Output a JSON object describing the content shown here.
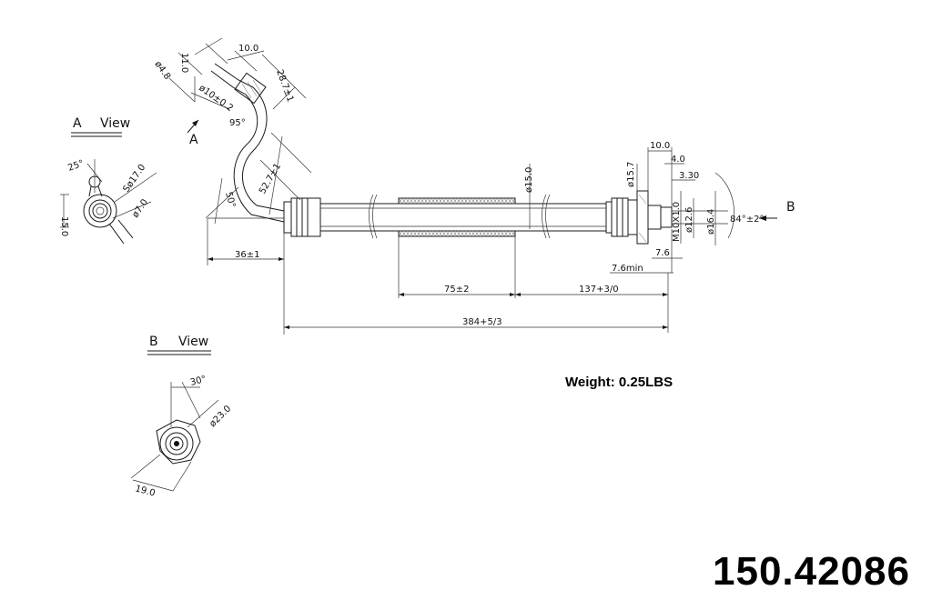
{
  "part_number": "150.42086",
  "weight": "Weight: 0.25LBS",
  "views": {
    "a_letter": "A",
    "a_label": "View",
    "b_letter": "B",
    "b_label": "View"
  },
  "arrow_labels": {
    "a": "A",
    "b": "B"
  },
  "dimensions": {
    "d_11_0": "11.0",
    "d_10_0_top": "10.0",
    "d_phi48": "ø4.8",
    "d_phi10": "ø10±0.2",
    "d_28_7": "28.7±1",
    "d_95": "95°",
    "d_52_7": "52.7±1",
    "d_50": "50°",
    "d_36": "36±1",
    "d_phi15_0": "ø15.0",
    "d_75": "75±2",
    "d_137": "137+3/0",
    "d_384": "384+5/3",
    "d_phi15_7": "ø15.7",
    "d_10_0_right": "10.0",
    "d_4_0": "4.0",
    "d_3_30": "3.30",
    "d_phi12_6": "ø12.6",
    "d_phi16_4": "ø16.4",
    "d_m10": "M10X1.0",
    "d_84": "84°±2°",
    "d_7_6": "7.6",
    "d_7_6min": "7.6min",
    "a_25": "25°",
    "a_15_0": "15.0",
    "a_phi17": "Sø17.0",
    "a_phi7": "ø7.0",
    "b_30": "30°",
    "b_phi23": "ø23.0",
    "b_19_0": "19.0"
  }
}
